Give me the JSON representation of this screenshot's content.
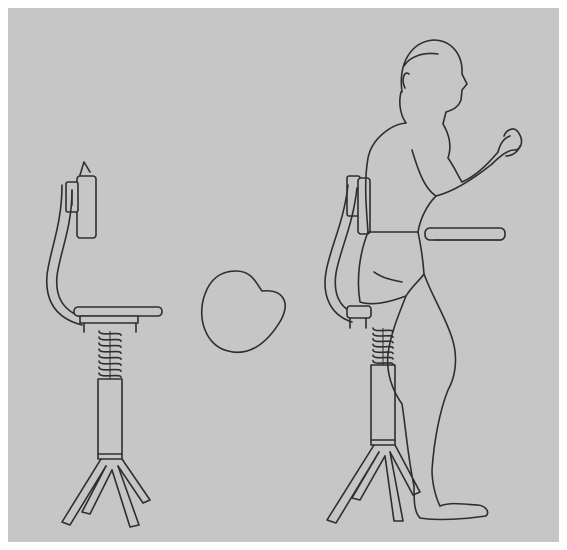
{
  "figure": {
    "panels": [
      {
        "id": "chair",
        "subject": "stool-chair-side-view"
      },
      {
        "id": "seat-shape",
        "subject": "seat-outline-top-view"
      },
      {
        "id": "person-seated",
        "subject": "person-perched-on-stool-chair"
      }
    ],
    "colors": {
      "paper": "#c6c6c6",
      "frame": "#ffffff",
      "ink": "#2e2e2e"
    },
    "stool": {
      "spring_coils": 8,
      "legs": 4
    }
  }
}
